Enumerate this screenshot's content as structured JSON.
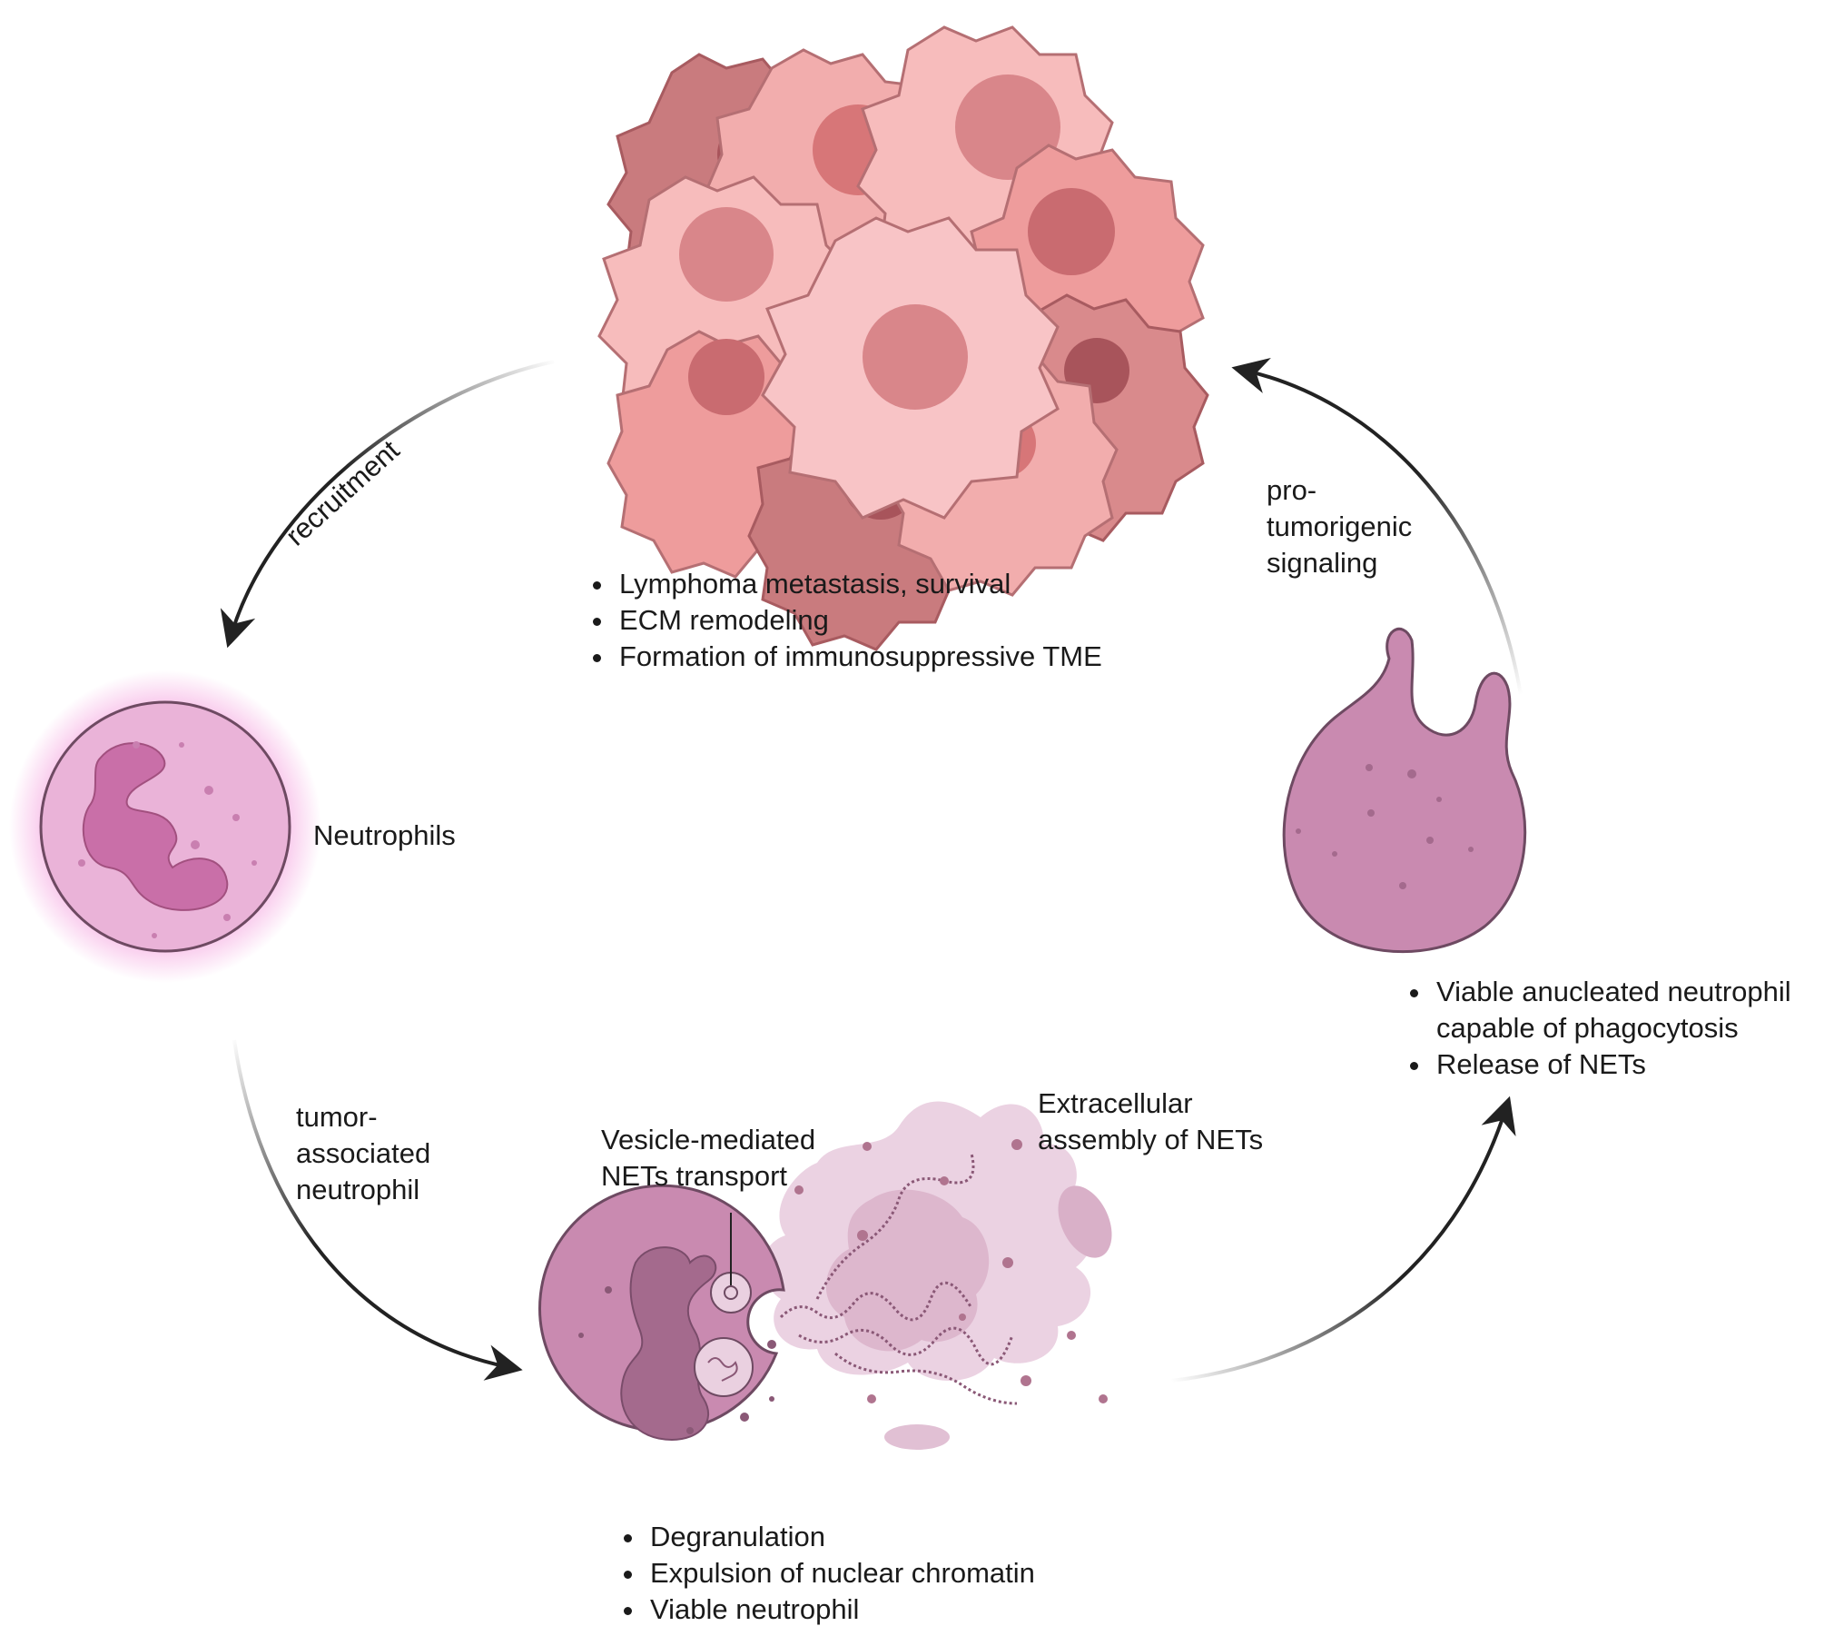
{
  "tumor": {
    "bullets": [
      "Lymphoma metastasis, survival",
      "ECM remodeling",
      "Formation of immunosuppressive TME"
    ]
  },
  "arrows": {
    "recruitment": "recruitment",
    "tumor_associated": [
      "tumor-",
      "associated",
      "neutrophil"
    ],
    "pro_tumorigenic": [
      "pro-",
      "tumorigenic",
      "signaling"
    ]
  },
  "neutrophil": {
    "label": "Neutrophils"
  },
  "net_cell": {
    "vesicle_label": [
      "Vesicle-mediated",
      "NETs transport"
    ],
    "extracellular_label": [
      "Extracellular",
      "assembly of NETs"
    ],
    "bullets": [
      "Degranulation",
      "Expulsion of nuclear chromatin",
      "Viable neutrophil"
    ]
  },
  "anucleated": {
    "bullets": [
      "Viable anucleated neutrophil capable of phagocytosis",
      "Release of NETs"
    ]
  },
  "colors": {
    "tumor_light": "#f4b6b6",
    "tumor_mid": "#e79a9a",
    "tumor_dark": "#c9777a",
    "neutrophil_fill": "#eab3d8",
    "neutrophil_glow": "#f07ad0",
    "net_cell_fill": "#c98ab0",
    "net_cloud": "#e7c3d8",
    "anucleated_fill": "#c98ab0",
    "arrow": "#222222"
  }
}
